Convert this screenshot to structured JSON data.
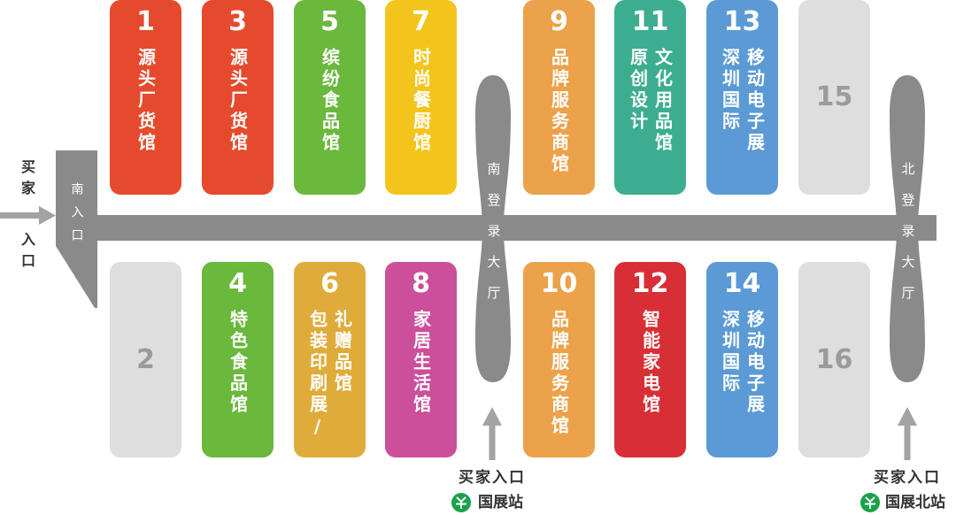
{
  "colors": {
    "corridor": "#8A8A8A",
    "arrow": "#A3A3A3",
    "metro": "#1AA24A",
    "metro_symbol": "#FFFFFF",
    "label_text": "#333333"
  },
  "icons": {
    "left_arrow": "arrow-right-icon",
    "entry_arrow": "arrow-up-icon",
    "station": "metro-icon"
  },
  "buyer_entrance_left": {
    "top": "买家",
    "bottom": "入口"
  },
  "south_gate": {
    "label": "南入口"
  },
  "lobbies": [
    {
      "label": "南登录大厅"
    },
    {
      "label": "北登录大厅"
    }
  ],
  "buyer_entrances": [
    {
      "label": "买家入口",
      "station": "国展站"
    },
    {
      "label": "买家入口",
      "station": "国展北站"
    }
  ],
  "halls": [
    {
      "number": "1",
      "color": "#E64A2D",
      "text_color": "#FFFFFF",
      "columns": [
        "源头厂货馆"
      ]
    },
    {
      "number": "2",
      "color": "#DEDEDE",
      "text_color": "#9B9B9B",
      "columns": []
    },
    {
      "number": "3",
      "color": "#E64A2D",
      "text_color": "#FFFFFF",
      "columns": [
        "源头厂货馆"
      ]
    },
    {
      "number": "4",
      "color": "#6AB83C",
      "text_color": "#FFFFFF",
      "columns": [
        "特色食品馆"
      ]
    },
    {
      "number": "5",
      "color": "#6AB83C",
      "text_color": "#FFFFFF",
      "columns": [
        "缤纷食品馆"
      ]
    },
    {
      "number": "6",
      "color": "#DFAC3B",
      "text_color": "#FFFFFF",
      "columns": [
        "包装印刷展/",
        "礼赠品馆"
      ]
    },
    {
      "number": "7",
      "color": "#F3C51C",
      "text_color": "#FFFFFF",
      "columns": [
        "时尚餐厨馆"
      ]
    },
    {
      "number": "8",
      "color": "#CB4F9A",
      "text_color": "#FFFFFF",
      "columns": [
        "家居生活馆"
      ]
    },
    {
      "number": "9",
      "color": "#EBA24A",
      "text_color": "#FFFFFF",
      "columns": [
        "品牌服务商馆"
      ]
    },
    {
      "number": "10",
      "color": "#EBA24A",
      "text_color": "#FFFFFF",
      "columns": [
        "品牌服务商馆"
      ]
    },
    {
      "number": "11",
      "color": "#3CAE8F",
      "text_color": "#FFFFFF",
      "columns": [
        "原创设计",
        "文化用品馆"
      ]
    },
    {
      "number": "12",
      "color": "#D82F36",
      "text_color": "#FFFFFF",
      "columns": [
        "智能家电馆"
      ]
    },
    {
      "number": "13",
      "color": "#5B9AD4",
      "text_color": "#FFFFFF",
      "columns": [
        "深圳国际",
        "移动电子展"
      ]
    },
    {
      "number": "14",
      "color": "#5B9AD4",
      "text_color": "#FFFFFF",
      "columns": [
        "深圳国际",
        "移动电子展"
      ]
    },
    {
      "number": "15",
      "color": "#DEDEDE",
      "text_color": "#9B9B9B",
      "columns": []
    },
    {
      "number": "16",
      "color": "#DEDEDE",
      "text_color": "#9B9B9B",
      "columns": []
    }
  ]
}
